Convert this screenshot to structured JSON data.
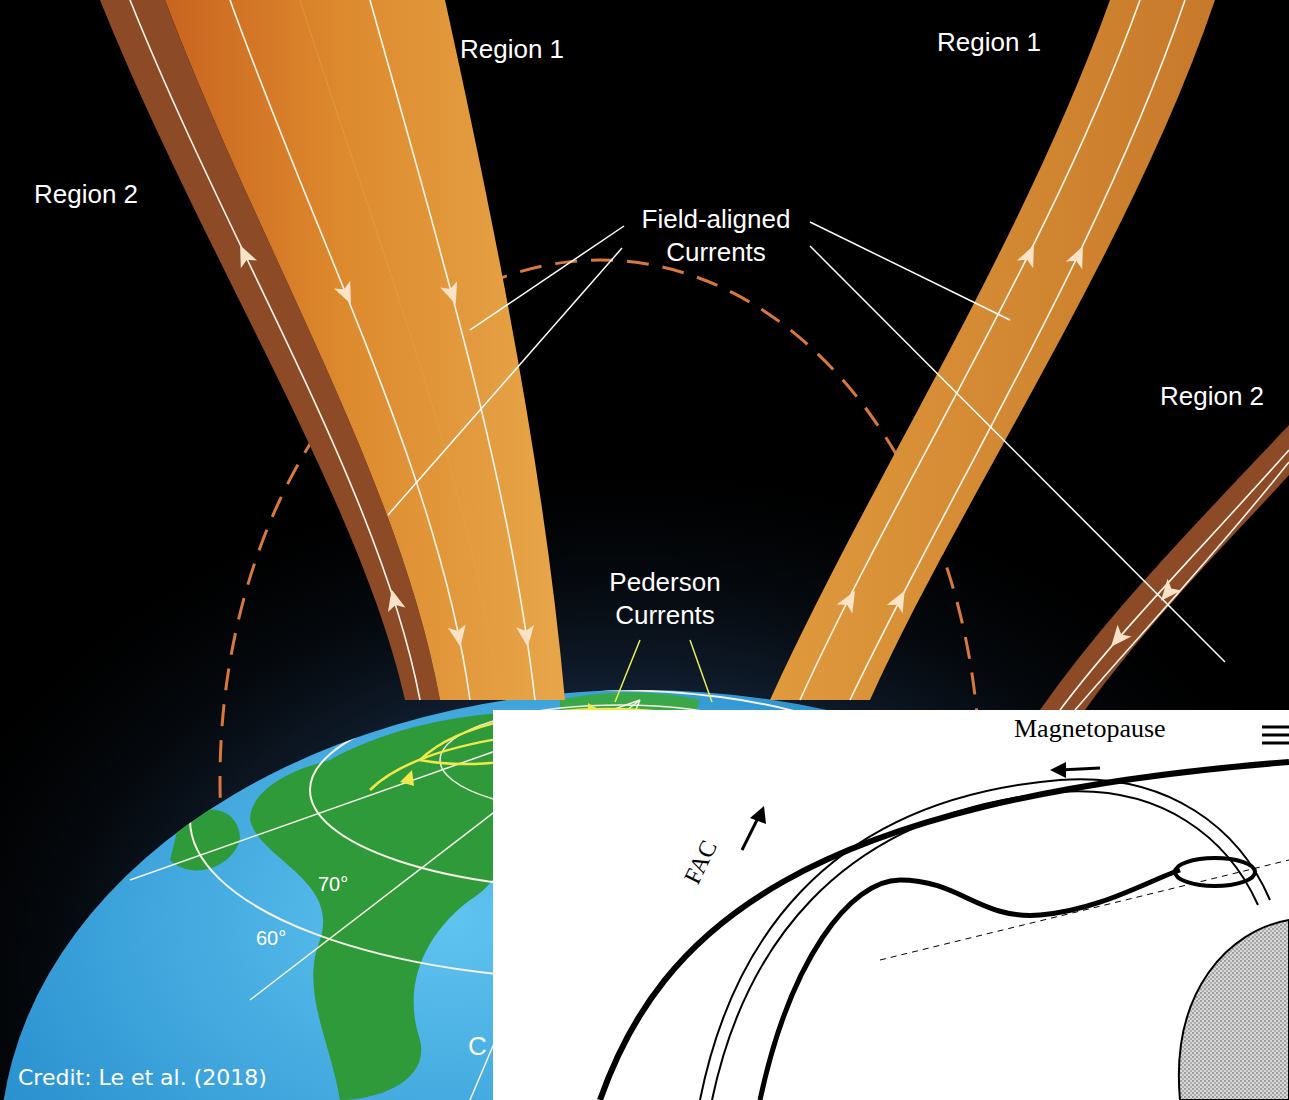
{
  "diagram": {
    "labels": [
      "Region 1",
      "Region 1",
      "Region 2",
      "Field-aligned Currents",
      "Region 2",
      "Pederson Currents",
      "70°",
      "60°",
      "C",
      "Credit: Le et al. (2018)",
      "Magnetopause",
      "FAC"
    ]
  }
}
